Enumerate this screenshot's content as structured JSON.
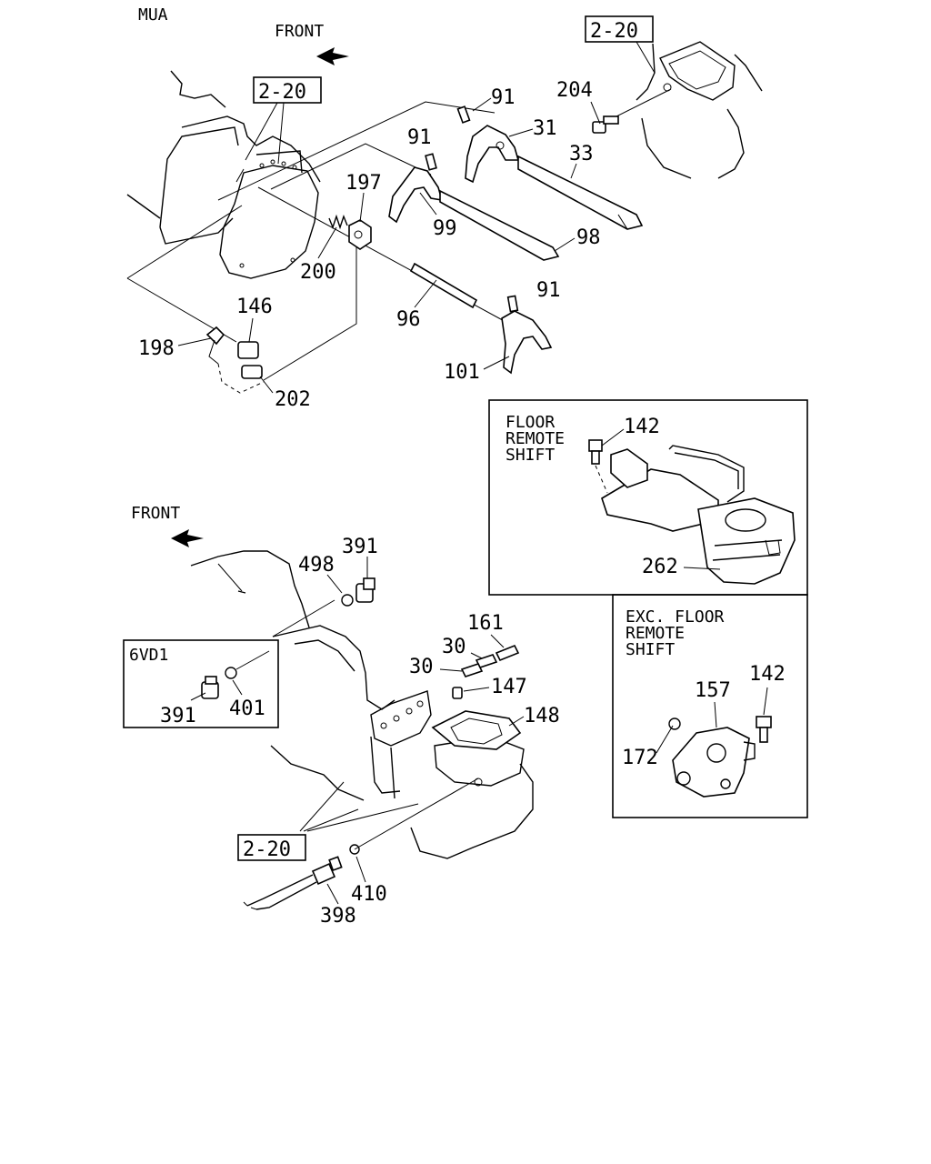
{
  "header": {
    "model": "MUA"
  },
  "front_top": "FRONT",
  "front_bottom": "FRONT",
  "ref_2_20_a": "2-20",
  "ref_2_20_b": "2-20",
  "ref_2_20_c": "2-20",
  "top_parts": {
    "p91a": "91",
    "p204": "204",
    "p31": "31",
    "p91b": "91",
    "p33": "33",
    "p197": "197",
    "p99": "99",
    "p98": "98",
    "p200": "200",
    "p146": "146",
    "p91c": "91",
    "p96": "96",
    "p198": "198",
    "p101": "101",
    "p202": "202"
  },
  "floor_box": {
    "title_1": "FLOOR",
    "title_2": "REMOTE",
    "title_3": "SHIFT",
    "p142": "142",
    "p262": "262"
  },
  "exc_box": {
    "title_1": "EXC. FLOOR",
    "title_2": "REMOTE",
    "title_3": "SHIFT",
    "p157": "157",
    "p142": "142",
    "p172": "172"
  },
  "bottom_parts": {
    "p391a": "391",
    "p498": "498",
    "p161": "161",
    "p30a": "30",
    "p30b": "30",
    "p147": "147",
    "p148": "148",
    "p410": "410",
    "p398": "398"
  },
  "vd_box": {
    "title": "6VD1",
    "p391": "391",
    "p401": "401"
  }
}
